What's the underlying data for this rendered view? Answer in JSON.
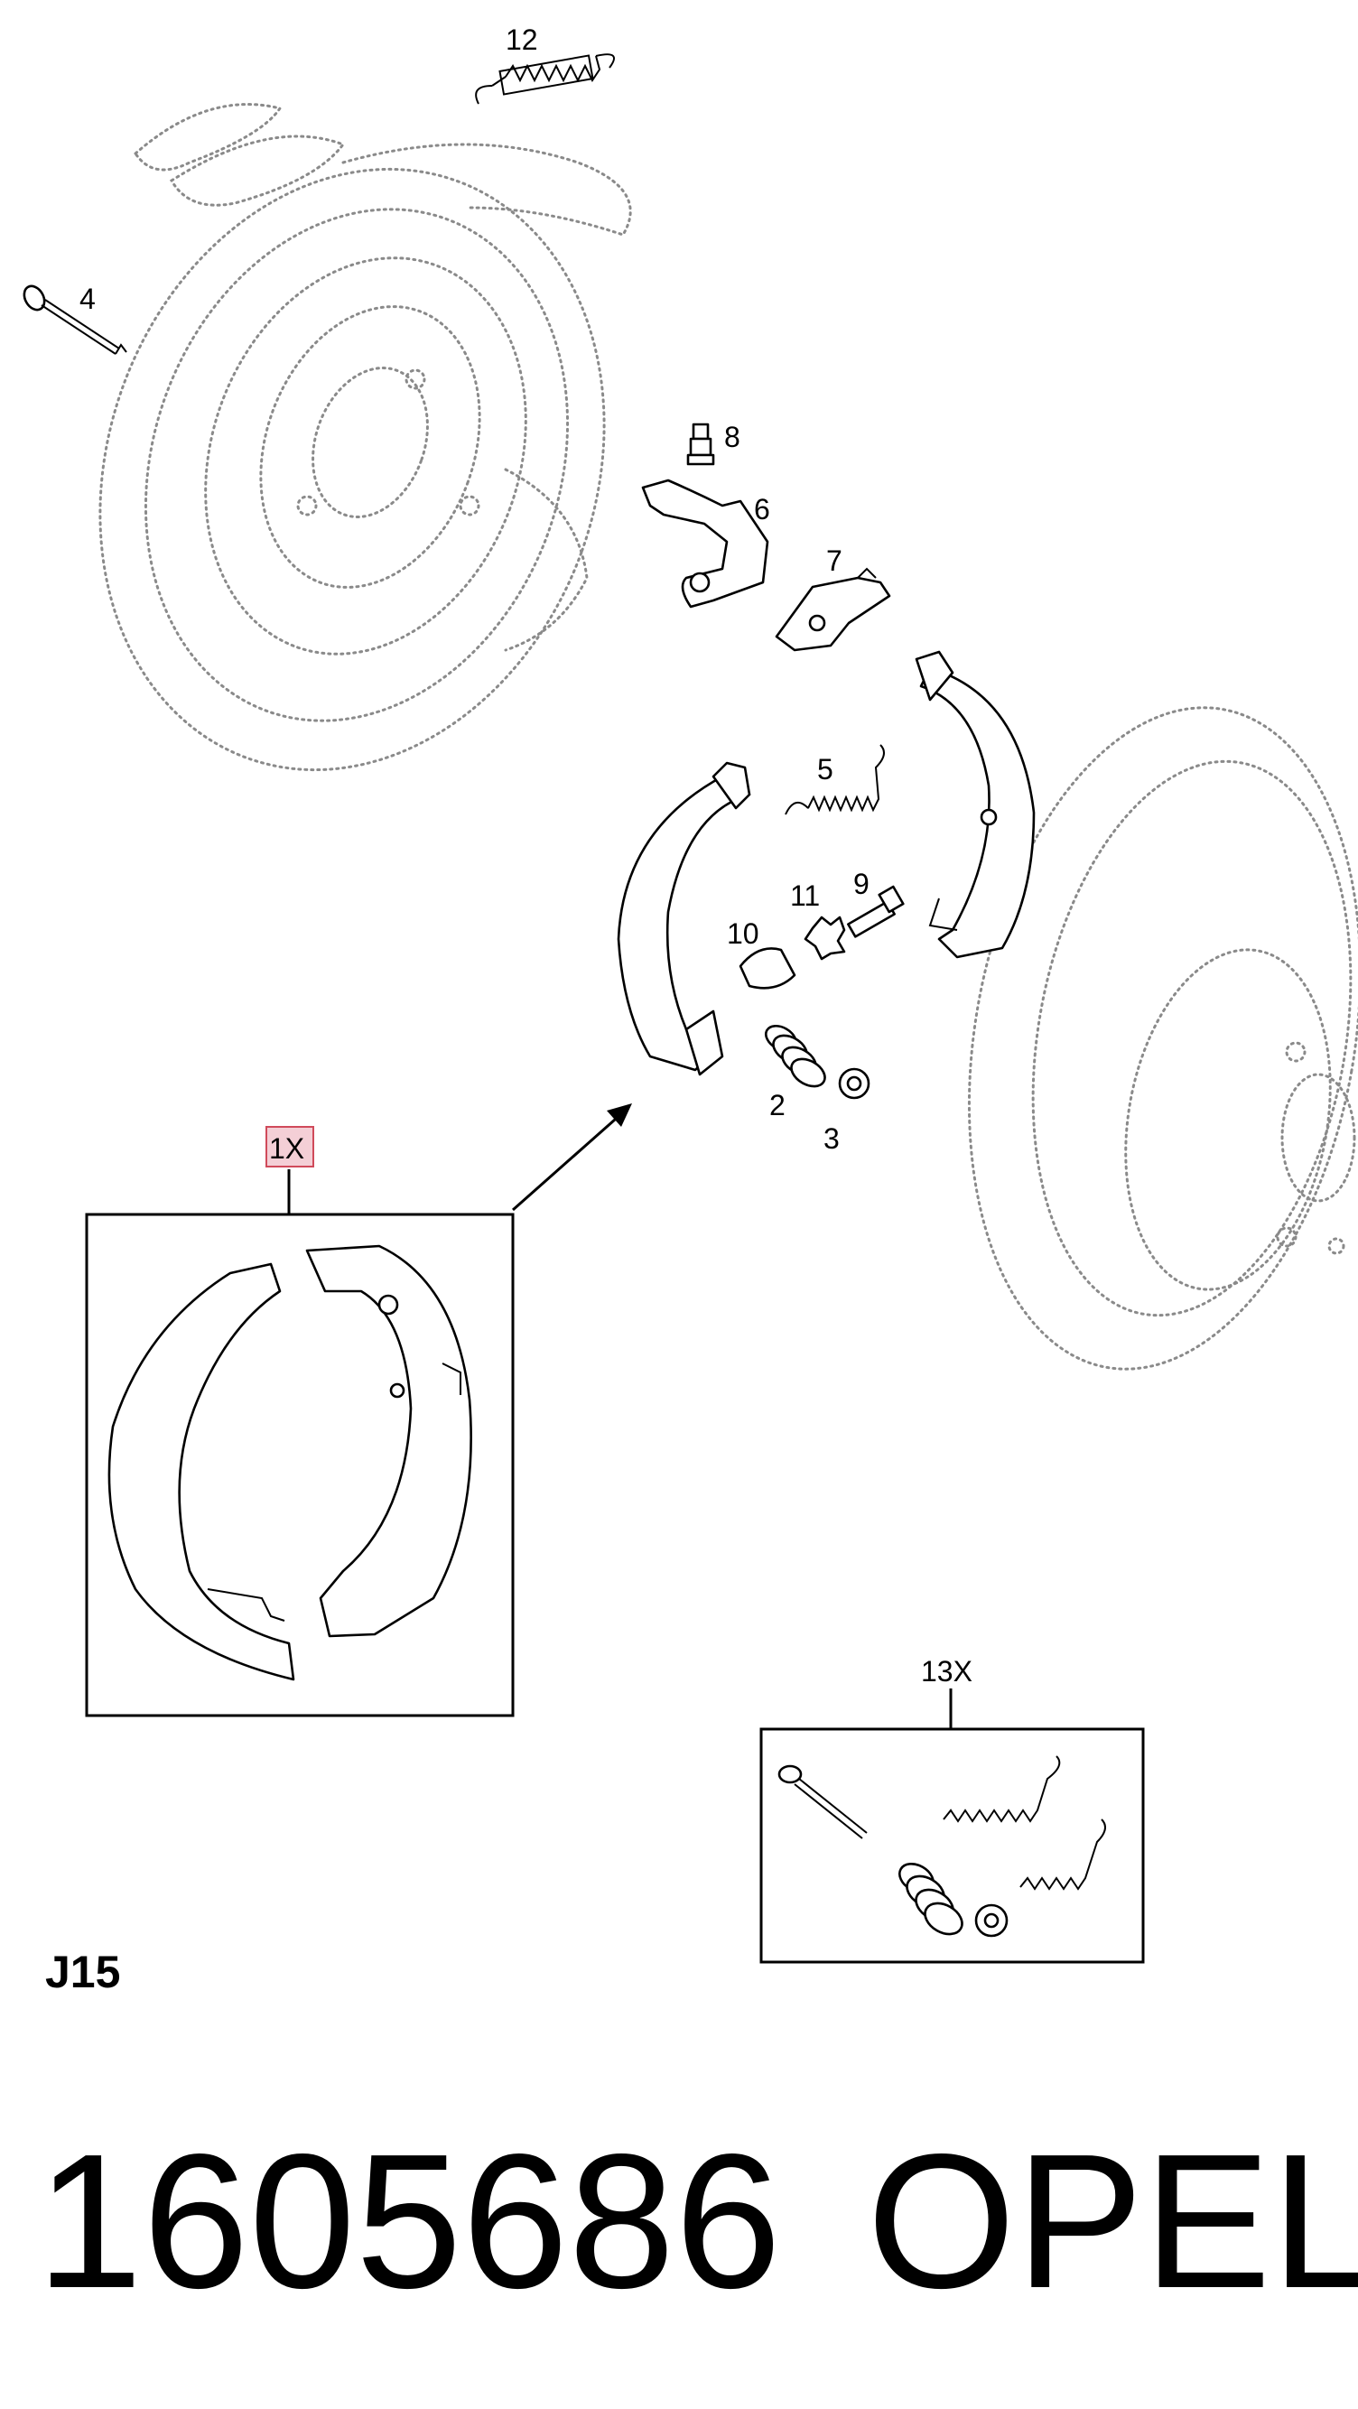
{
  "diagram": {
    "callouts": {
      "c12": "12",
      "c4": "4",
      "c8": "8",
      "c6": "6",
      "c7": "7",
      "c5": "5",
      "c11": "11",
      "c9": "9",
      "c10": "10",
      "c2": "2",
      "c3": "3",
      "c1x": "1X",
      "c13x": "13X"
    }
  },
  "section_code": "J15",
  "footer": {
    "part_number": "1605686",
    "brand": "OPEL"
  }
}
